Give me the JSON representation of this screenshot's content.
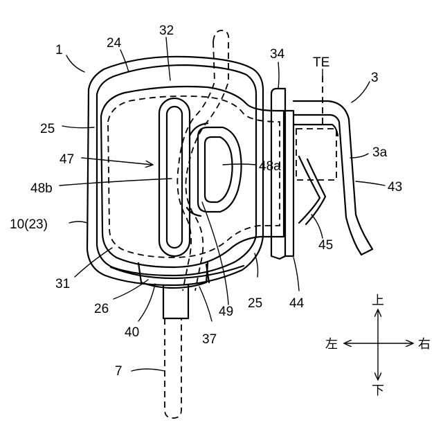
{
  "labels": {
    "l1": "1",
    "l3": "3",
    "l3a": "3a",
    "l7": "7",
    "l10": "10(23)",
    "l24": "24",
    "l25a": "25",
    "l25b": "25",
    "l26": "26",
    "l31": "31",
    "l32": "32",
    "l34": "34",
    "l37": "37",
    "l40": "40",
    "l43": "43",
    "l44": "44",
    "l45": "45",
    "l47": "47",
    "l48a": "48a",
    "l48b": "48b",
    "l49": "49",
    "lTE": "TE"
  },
  "directions": {
    "up": "上",
    "down": "下",
    "left": "左",
    "right": "右"
  }
}
